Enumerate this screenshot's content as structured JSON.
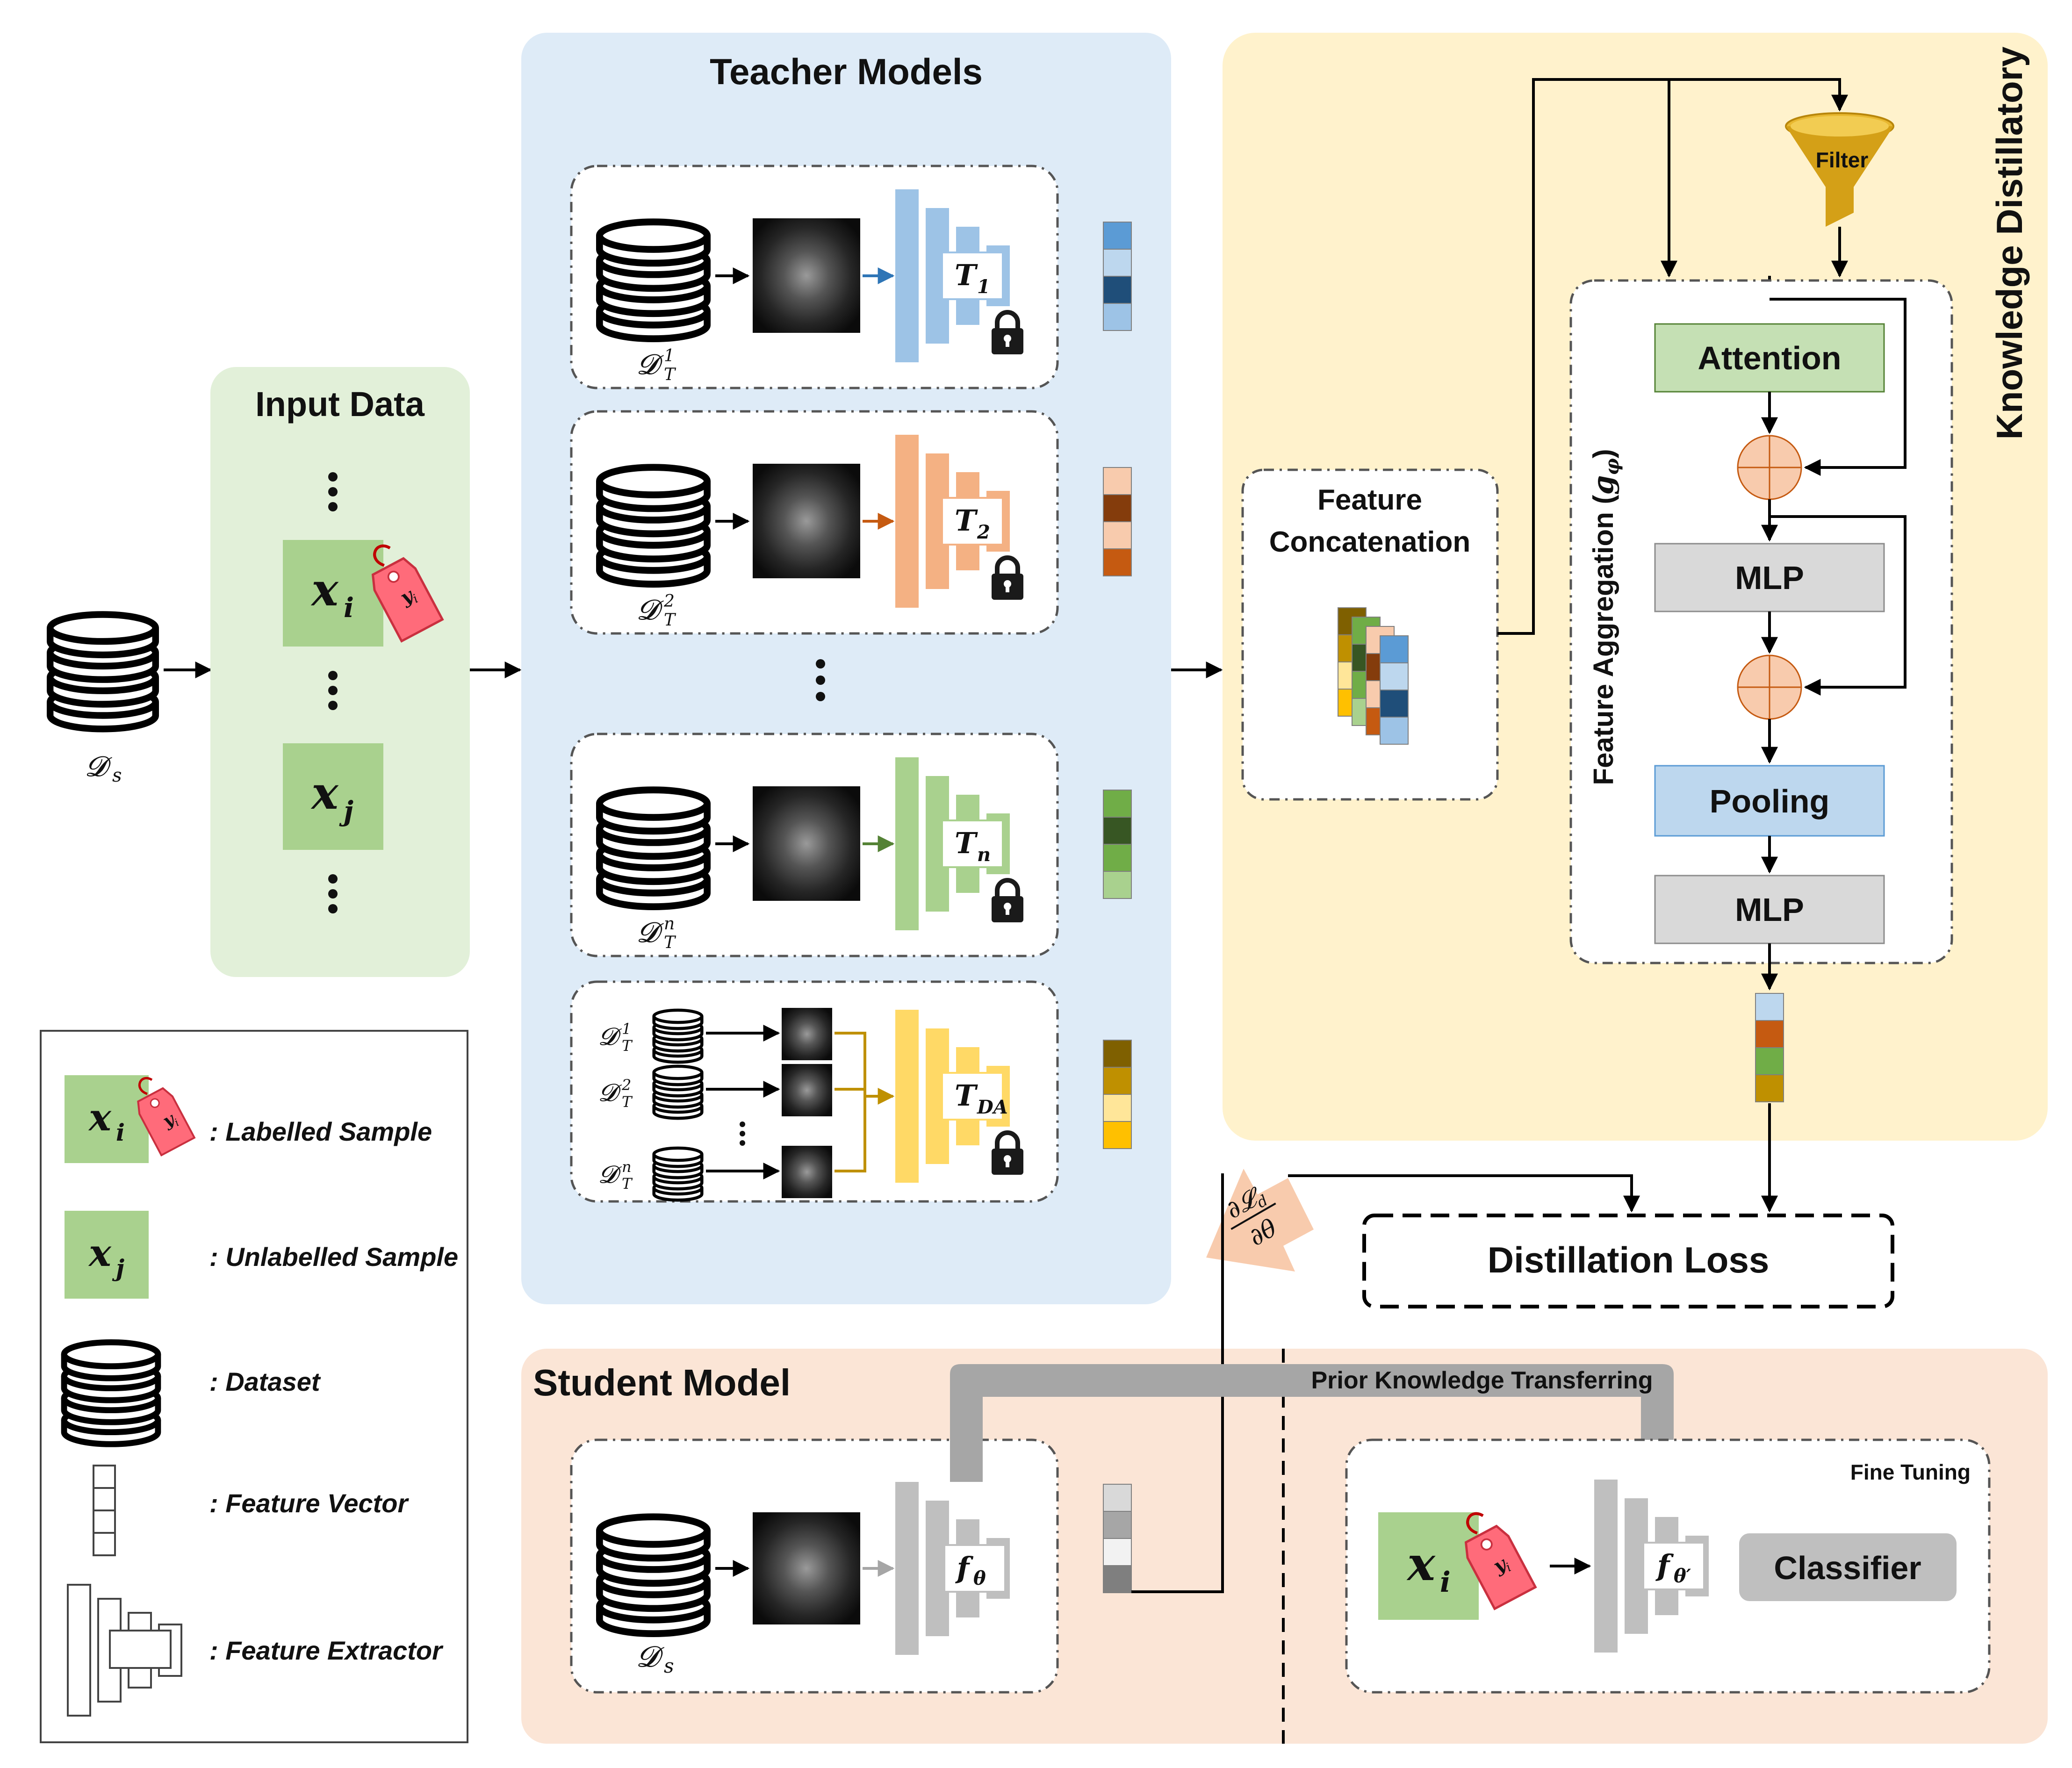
{
  "input": {
    "title": "Input Data",
    "dataset_label": "𝓓",
    "dataset_sub": "s",
    "xi_var": "x",
    "xi_sub": "i",
    "xj_var": "x",
    "xj_sub": "j",
    "tag_var": "y",
    "tag_sub": "i"
  },
  "teachers": {
    "title": "Teacher Models",
    "items": [
      {
        "dataset_label": "𝓓",
        "dataset_sup": "1",
        "dataset_sub": "T",
        "model_var": "T",
        "model_sub": "1",
        "color_main": "#9DC3E6",
        "color_arrow": "#2E75B6",
        "feature_colors": [
          "#5B9BD5",
          "#BDD7EE",
          "#1F4E79",
          "#9DC3E6"
        ]
      },
      {
        "dataset_label": "𝓓",
        "dataset_sup": "2",
        "dataset_sub": "T",
        "model_var": "T",
        "model_sub": "2",
        "color_main": "#F4B183",
        "color_arrow": "#C55A11",
        "feature_colors": [
          "#F8CBAD",
          "#843C0C",
          "#F8CBAD",
          "#C55A11"
        ]
      },
      {
        "dataset_label": "𝓓",
        "dataset_sup": "n",
        "dataset_sub": "T",
        "model_var": "T",
        "model_sub": "n",
        "color_main": "#A9D18E",
        "color_arrow": "#548235",
        "feature_colors": [
          "#70AD47",
          "#375623",
          "#70AD47",
          "#A9D18E"
        ]
      }
    ],
    "da": {
      "model_var": "T",
      "model_sub": "DA",
      "datasets": [
        {
          "label": "𝓓",
          "sup": "1",
          "sub": "T"
        },
        {
          "label": "𝓓",
          "sup": "2",
          "sub": "T"
        },
        {
          "label": "𝓓",
          "sup": "n",
          "sub": "T"
        }
      ],
      "color_main": "#FFD966",
      "color_arrow": "#BF9000",
      "feature_colors": [
        "#7F6000",
        "#BF9000",
        "#FFE699",
        "#FFC000"
      ]
    }
  },
  "distillator": {
    "title": "Knowledge Distillatory",
    "filter": "Filter",
    "concat_line1": "Feature",
    "concat_line2": "Concatenation",
    "aggregation_label": "Feature Aggregation (",
    "aggregation_var": "g",
    "aggregation_sub": "φ",
    "aggregation_close": ")",
    "attention": "Attention",
    "mlp1": "MLP",
    "pooling": "Pooling",
    "mlp2": "MLP",
    "output_colors": [
      "#BDD7EE",
      "#C55A11",
      "#70AD47",
      "#BF9000"
    ]
  },
  "loss": {
    "label": "Distillation Loss",
    "grad_num": "∂𝓛",
    "grad_num_sub": "d",
    "grad_den": "∂θ"
  },
  "student": {
    "title": "Student Model",
    "dataset_label": "𝓓",
    "dataset_sub": "s",
    "model_var": "f",
    "model_sub": "θ",
    "feature_colors": [
      "#D9D9D9",
      "#A6A6A6",
      "#F2F2F2",
      "#7F7F7F"
    ],
    "transfer_label": "Prior Knowledge Transferring",
    "fine_tuning": "Fine Tuning",
    "ft_model_var": "f",
    "ft_model_sub": "θ′",
    "classifier": "Classifier"
  },
  "legend": {
    "items": [
      {
        "label": ": Labelled Sample"
      },
      {
        "label": ": Unlabelled Sample"
      },
      {
        "label": ": Dataset"
      },
      {
        "label": ": Feature Vector"
      },
      {
        "label": ": Feature Extractor"
      }
    ]
  },
  "colors": {
    "input_bg": "#E2F0D9",
    "teacher_bg": "#DEEBF7",
    "distill_bg": "#FFF2CC",
    "student_bg": "#FBE5D6",
    "sample_green": "#A9D18E",
    "tag_red": "#FF6B7A",
    "attention": "#C5E0B4",
    "mlp": "#D9D9D9",
    "pooling": "#BDD7EE",
    "sum_node": "#F8CBAD",
    "filter": "#D4A017"
  }
}
